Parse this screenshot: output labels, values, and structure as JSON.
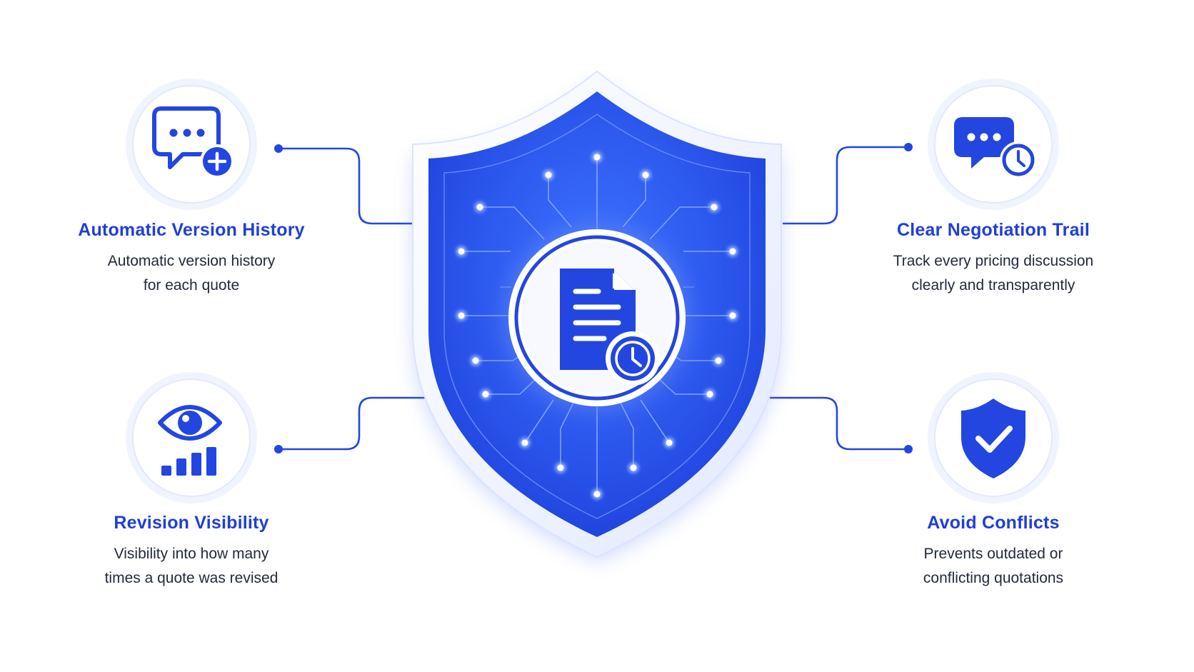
{
  "colors": {
    "accent": "#1f3fd6",
    "shield_fill": "#2d5cf0",
    "shield_rim": "#f2f5ff",
    "text_dark": "#222a3a",
    "connector": "#2346e0"
  },
  "center": {
    "icon": "document-clock-icon"
  },
  "features": [
    {
      "id": "version-history",
      "icon": "chat-plus-icon",
      "title": "Automatic Version History",
      "description": "Automatic version history\nfor each quote"
    },
    {
      "id": "negotiation-trail",
      "icon": "chat-clock-icon",
      "title": "Clear Negotiation Trail",
      "description": "Track every pricing discussion\nclearly and transparently"
    },
    {
      "id": "revision-visibility",
      "icon": "eye-chart-icon",
      "title": "Revision Visibility",
      "description": "Visibility into how many\ntimes a quote was revised"
    },
    {
      "id": "avoid-conflicts",
      "icon": "shield-check-icon",
      "title": "Avoid Conflicts",
      "description": "Prevents outdated or\nconflicting quotations"
    }
  ]
}
